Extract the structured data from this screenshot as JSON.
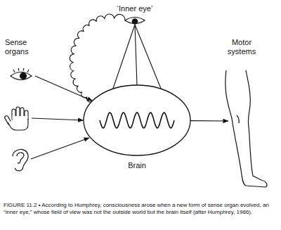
{
  "diagram": {
    "caption": "FIGURE 11.2 • According to Humphrey, consciousness arose when a new form of sense organ evolved, an “inner eye,” whose field of view was not the outside world but the brain itself (after Humphrey, 1986).",
    "nodes": [
      {
        "text": [
          "Sense organs"
        ]
      },
      {
        "text": [
          "‘Inner eye’"
        ]
      },
      {
        "text": [
          "Brain"
        ]
      },
      {
        "text": [
          "Motor systems"
        ]
      }
    ],
    "edges": [
      {
        "from": 0,
        "to": 2,
        "arrow": "to"
      },
      {
        "from": 1,
        "to": 2,
        "arrow": "none"
      },
      {
        "from": 2,
        "to": 1,
        "arrow": "none"
      },
      {
        "from": 2,
        "to": 3,
        "arrow": "to"
      }
    ]
  }
}
